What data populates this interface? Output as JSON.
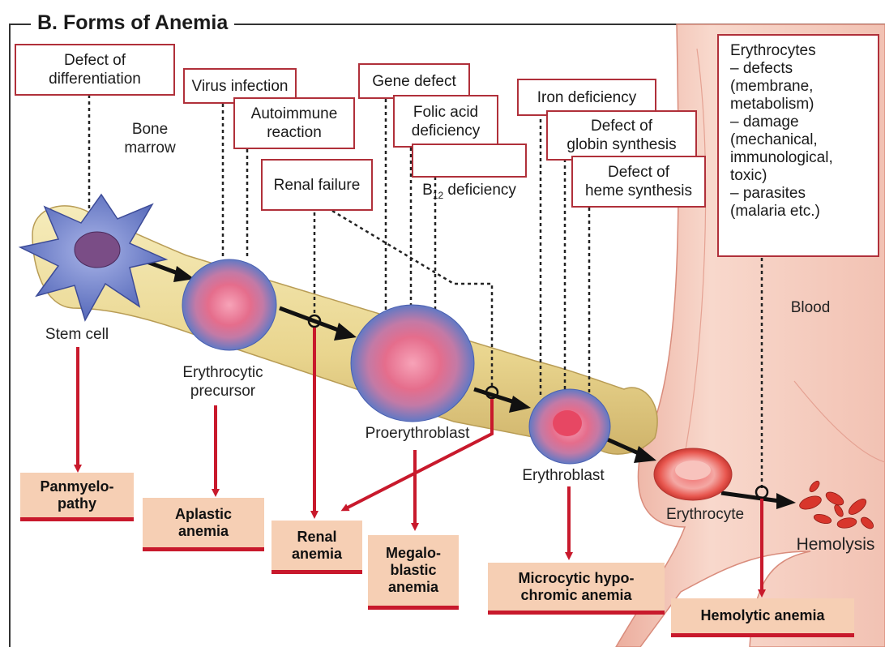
{
  "title": "B. Forms of Anemia",
  "cause_boxes": {
    "defect_differentiation": "Defect of\ndifferentiation",
    "virus_infection": "Virus infection",
    "autoimmune": "Autoimmune\nreaction",
    "renal_failure": "Renal failure",
    "gene_defect": "Gene defect",
    "folic_acid": "Folic acid\ndeficiency",
    "b12_prefix": "B",
    "b12_sub": "12",
    "b12_suffix": " deficiency",
    "iron_deficiency": "Iron deficiency",
    "globin": "Defect of\nglobin synthesis",
    "heme": "Defect of\nheme synthesis",
    "erythrocytes_defects": "Erythrocytes\n– defects\n  (membrane,\n  metabolism)\n– damage\n  (mechanical,\n  immunological,\n  toxic)\n– parasites\n  (malaria etc.)"
  },
  "labels": {
    "bone_marrow": "Bone\nmarrow",
    "stem_cell": "Stem cell",
    "erythrocytic_precursor": "Erythrocytic\nprecursor",
    "proerythroblast": "Proerythroblast",
    "erythroblast": "Erythroblast",
    "erythrocyte": "Erythrocyte",
    "blood": "Blood",
    "hemolysis": "Hemolysis"
  },
  "anemias": {
    "panmyelopathy": "Panmyelo-\npathy",
    "aplastic": "Aplastic\nanemia",
    "renal": "Renal\nanemia",
    "megaloblastic": "Megalo-\nblastic\nanemia",
    "microcytic": "Microcytic hypo-\nchromic anemia",
    "hemolytic": "Hemolytic anemia"
  },
  "colors": {
    "box_border": "#b0303a",
    "arrow_red": "#c8192c",
    "disease_fill": "#f6cfb4",
    "bone": "#eedc9a",
    "vessel": "#f3c2b2",
    "cell_blue": "#6d80c8",
    "cell_pink": "#e86f8c"
  }
}
